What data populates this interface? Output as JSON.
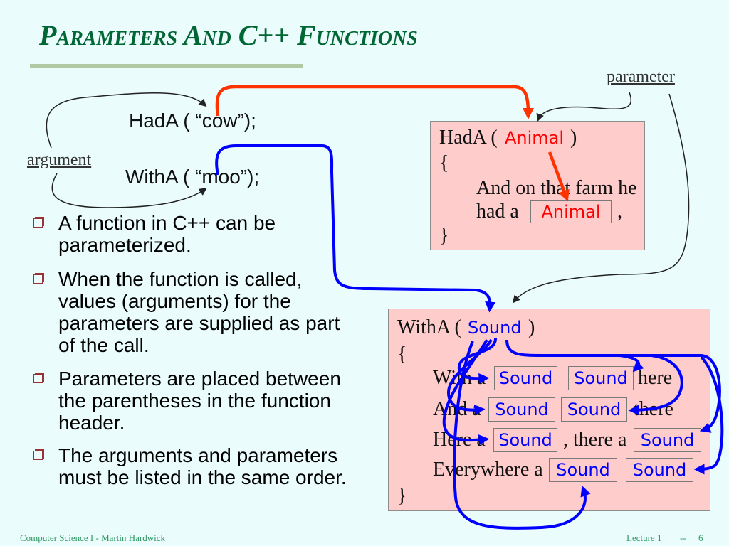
{
  "title": "Parameters And C++ Functions",
  "labels": {
    "parameter": "parameter",
    "argument": "argument"
  },
  "calls": {
    "hada": "HadA ( “cow”);",
    "witha": "WithA ( “moo”);"
  },
  "bullets": [
    {
      "lines": [
        "A function in C++ can be",
        "parameterized."
      ]
    },
    {
      "lines": [
        "When the function is called,",
        "values (arguments) for the",
        "parameters are supplied as part",
        "of the call."
      ]
    },
    {
      "lines": [
        "Parameters are placed between",
        "the parentheses in the function",
        "header."
      ]
    },
    {
      "lines": [
        "The arguments and parameters",
        "must be listed in the same order."
      ]
    }
  ],
  "hada_box": {
    "header_open": "HadA (",
    "param": "Animal",
    "header_close": ")",
    "brace_open": "{",
    "line1": "And on that farm he",
    "line2_text": "had a",
    "line2_slot": "Animal",
    "line2_end": ",",
    "brace_close": "}"
  },
  "witha_box": {
    "header_open": "WithA (",
    "param": "Sound",
    "header_close": ")",
    "brace_open": "{",
    "lines": [
      {
        "lead": "With a",
        "slot1": "Sound",
        "slot2": "Sound",
        "tail": "here"
      },
      {
        "lead": "And a",
        "slot1": "Sound",
        "slot2": "Sound",
        "tail": "there"
      },
      {
        "lead": "Here a",
        "slot1": "Sound",
        "mid": ", there a",
        "slot2": "Sound"
      },
      {
        "lead": "Everywhere a",
        "slot1": "Sound",
        "slot2": "Sound"
      }
    ],
    "brace_close": "}"
  },
  "footer": {
    "left": "Computer Science I - Martin Hardwick",
    "lecture": "Lecture 1",
    "sep": "--",
    "page": "6"
  },
  "colors": {
    "bg": "#eafcfc",
    "title": "#006633",
    "rule": "#b3c9a3",
    "bullet": "#993333",
    "boxfill": "#ffcccc",
    "animal": "#ff0000",
    "sound": "#0000ff",
    "footer": "#339966",
    "red_arrow": "#ff3300",
    "blue_arrow": "#0000ff"
  }
}
